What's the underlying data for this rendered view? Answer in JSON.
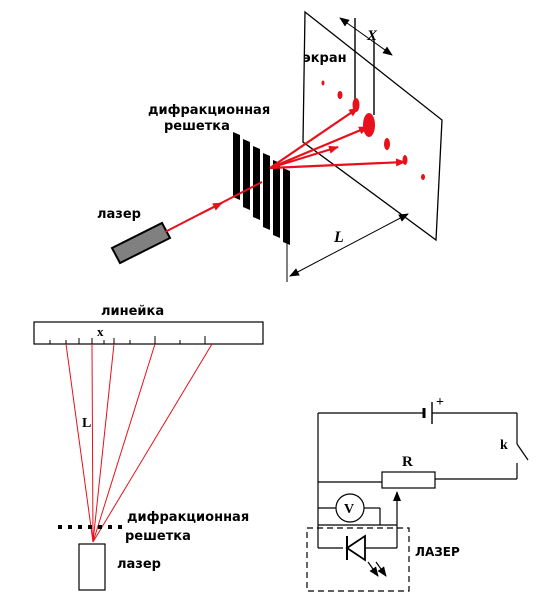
{
  "top_diagram": {
    "screen_label": "экран",
    "x_label": "X",
    "grating_label_line1": "дифракционная",
    "grating_label_line2": "решетка",
    "laser_label": "лазер",
    "distance_label": "L"
  },
  "bottom_left_diagram": {
    "ruler_label": "линейка",
    "x_label": "x",
    "distance_label": "L",
    "grating_label_line1": "дифракционная",
    "grating_label_line2": "решетка",
    "laser_label": "лазер"
  },
  "circuit": {
    "battery_plus": "+",
    "switch_label": "k",
    "resistor_label": "R",
    "voltmeter_label": "V",
    "laser_label": "ЛАЗЕР"
  },
  "colors": {
    "beam": "#e8101a",
    "line": "#000000",
    "laser_body": "#808080"
  }
}
